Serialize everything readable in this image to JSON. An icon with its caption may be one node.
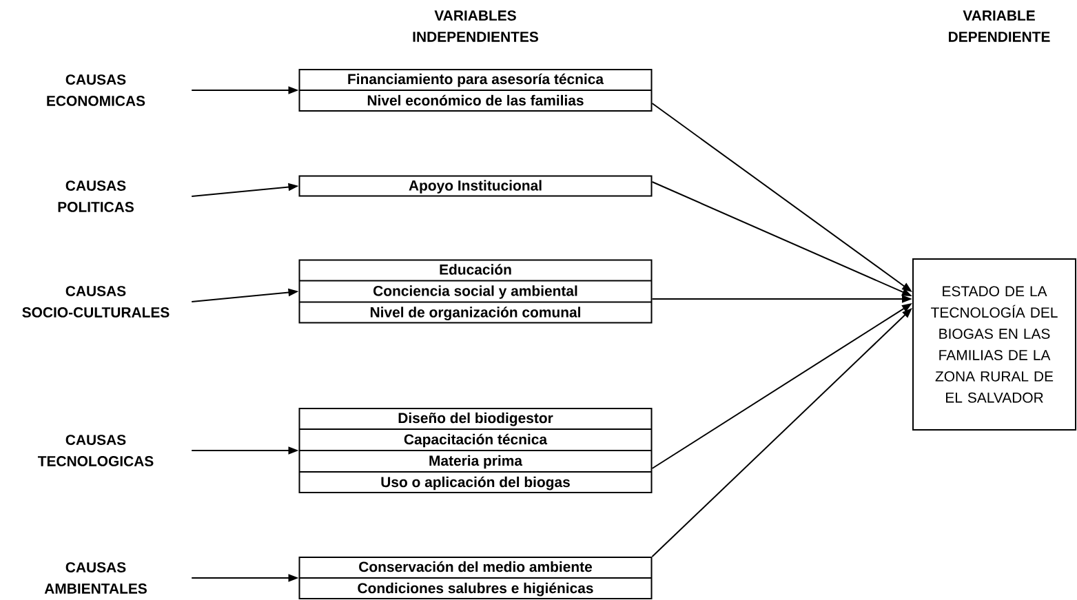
{
  "diagram": {
    "nodes": [
      {
        "text": [
          "CAUSAS ECONOMICAS"
        ]
      },
      {
        "text": [
          "Financiamiento para asesoría técnica",
          "Nivel económico de las familias"
        ]
      },
      {
        "text": [
          "CAUSAS POLITICAS"
        ]
      },
      {
        "text": [
          "Apoyo Institucional"
        ]
      },
      {
        "text": [
          "CAUSAS SOCIO-CULTURALES"
        ]
      },
      {
        "text": [
          "Educación",
          "Conciencia social y ambiental",
          "Nivel de organización comunal"
        ]
      },
      {
        "text": [
          "CAUSAS TECNOLOGICAS"
        ]
      },
      {
        "text": [
          "Diseño del biodigestor",
          "Capacitación técnica",
          "Materia prima",
          "Uso o aplicación del biogas"
        ]
      },
      {
        "text": [
          "CAUSAS AMBIENTALES"
        ]
      },
      {
        "text": [
          "Conservación del medio ambiente",
          "Condiciones salubres e higiénicas"
        ]
      },
      {
        "text": [
          "ESTADO DE LA TECNOLOGÍA DEL BIOGAS EN LAS FAMILIAS DE LA ZONA RURAL DE EL SALVADOR"
        ]
      }
    ],
    "edges": [
      {
        "from": 0,
        "to": 1,
        "arrow": "to"
      },
      {
        "from": 2,
        "to": 3,
        "arrow": "to"
      },
      {
        "from": 4,
        "to": 5,
        "arrow": "to"
      },
      {
        "from": 6,
        "to": 7,
        "arrow": "to"
      },
      {
        "from": 8,
        "to": 9,
        "arrow": "to"
      },
      {
        "from": 1,
        "to": 10,
        "arrow": "to"
      },
      {
        "from": 3,
        "to": 10,
        "arrow": "to"
      },
      {
        "from": 5,
        "to": 10,
        "arrow": "to"
      },
      {
        "from": 7,
        "to": 10,
        "arrow": "to"
      },
      {
        "from": 9,
        "to": 10,
        "arrow": "to"
      }
    ],
    "labels": [
      "VARIABLES INDEPENDIENTES",
      "VARIABLE DEPENDIENTE"
    ]
  }
}
